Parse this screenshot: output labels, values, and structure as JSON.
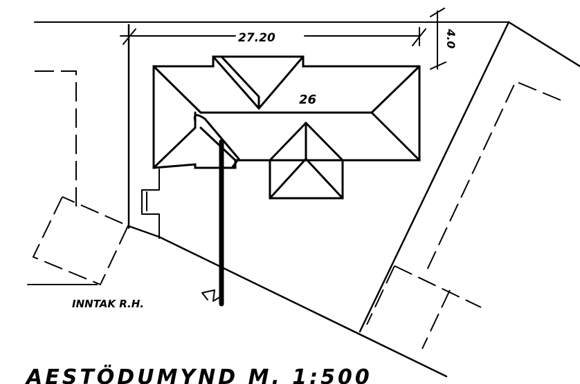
{
  "drawing": {
    "dimension_width": "27.20",
    "dimension_setback": "4.0",
    "building_number": "26",
    "intake_label": "INNTAK R.H.",
    "title": "AESTÖDUMYND M. 1:500"
  }
}
